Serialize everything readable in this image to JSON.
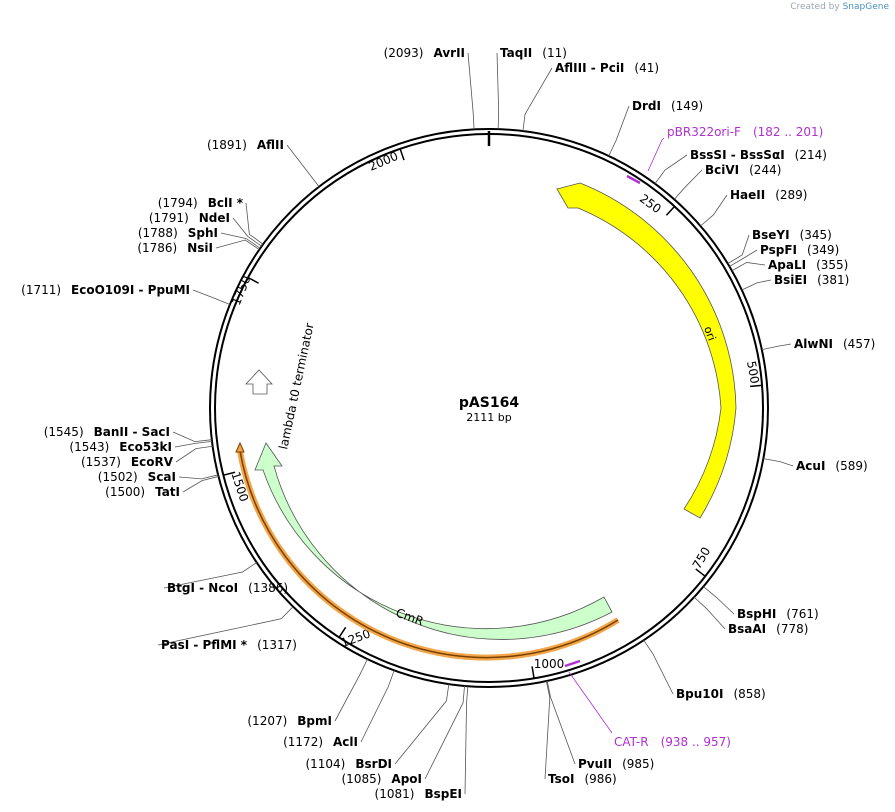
{
  "credit": {
    "prefix": "Created by",
    "brand": "SnapGene"
  },
  "plasmid": {
    "name": "pAS164",
    "size_label": "2111 bp",
    "length": 2111
  },
  "ticks": [
    "250",
    "500",
    "750",
    "1000",
    "1250",
    "1500",
    "1750",
    "2000"
  ],
  "features": [
    {
      "name": "ori",
      "color": "#ffff00"
    },
    {
      "name": "CmR",
      "color": "#ccffcc"
    },
    {
      "name": "lambda t0 terminator",
      "color": "#ffffff"
    }
  ],
  "primers": [
    {
      "name": "pBR322ori-F",
      "range": "(182 .. 201)"
    },
    {
      "name": "CAT-R",
      "range": "(938 .. 957)"
    }
  ],
  "sites": [
    {
      "name": "AvrII",
      "pos": "(2093)"
    },
    {
      "name": "TaqII",
      "pos": "(11)"
    },
    {
      "name": "AflIII - PciI",
      "pos": "(41)"
    },
    {
      "name": "DrdI",
      "pos": "(149)"
    },
    {
      "name": "BssSI - BssSαI",
      "pos": "(214)"
    },
    {
      "name": "BciVI",
      "pos": "(244)"
    },
    {
      "name": "HaeII",
      "pos": "(289)"
    },
    {
      "name": "BseYI",
      "pos": "(345)"
    },
    {
      "name": "PspFI",
      "pos": "(349)"
    },
    {
      "name": "ApaLI",
      "pos": "(355)"
    },
    {
      "name": "BsiEI",
      "pos": "(381)"
    },
    {
      "name": "AlwNI",
      "pos": "(457)"
    },
    {
      "name": "AcuI",
      "pos": "(589)"
    },
    {
      "name": "BspHI",
      "pos": "(761)"
    },
    {
      "name": "BsaAI",
      "pos": "(778)"
    },
    {
      "name": "Bpu10I",
      "pos": "(858)"
    },
    {
      "name": "PvuII",
      "pos": "(985)"
    },
    {
      "name": "TsoI",
      "pos": "(986)"
    },
    {
      "name": "BspEI",
      "pos": "(1081)"
    },
    {
      "name": "ApoI",
      "pos": "(1085)"
    },
    {
      "name": "BsrDI",
      "pos": "(1104)"
    },
    {
      "name": "AclI",
      "pos": "(1172)"
    },
    {
      "name": "BpmI",
      "pos": "(1207)"
    },
    {
      "name": "PasI - PflMI *",
      "pos": "(1317)"
    },
    {
      "name": "BtgI - NcoI",
      "pos": "(1386)"
    },
    {
      "name": "TatI",
      "pos": "(1500)"
    },
    {
      "name": "ScaI",
      "pos": "(1502)"
    },
    {
      "name": "EcoRV",
      "pos": "(1537)"
    },
    {
      "name": "Eco53kI",
      "pos": "(1543)"
    },
    {
      "name": "BanII - SacI",
      "pos": "(1545)"
    },
    {
      "name": "EcoO109I - PpuMI",
      "pos": "(1711)"
    },
    {
      "name": "NsiI",
      "pos": "(1786)"
    },
    {
      "name": "SphI",
      "pos": "(1788)"
    },
    {
      "name": "NdeI",
      "pos": "(1791)"
    },
    {
      "name": "BclI *",
      "pos": "(1794)"
    },
    {
      "name": "AflII",
      "pos": "(1891)"
    }
  ]
}
